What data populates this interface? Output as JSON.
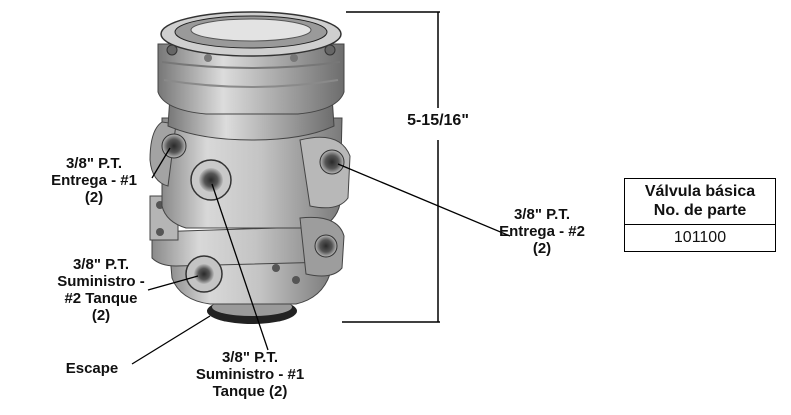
{
  "dimension": {
    "height_label": "5-15/16\""
  },
  "callouts": {
    "delivery_1": {
      "lines": [
        "3/8\" P.T.",
        "Entrega - #1",
        "(2)"
      ]
    },
    "supply_2": {
      "lines": [
        "3/8\" P.T.",
        "Suministro -",
        "#2 Tanque",
        "(2)"
      ]
    },
    "delivery_2": {
      "lines": [
        "3/8\" P.T.",
        "Entrega - #2",
        "(2)"
      ]
    },
    "exhaust": {
      "lines": [
        "Escape"
      ]
    },
    "supply_1": {
      "lines": [
        "3/8\" P.T.",
        "Suministro - #1",
        "Tanque (2)"
      ]
    }
  },
  "part_table": {
    "header_line1": "Válvula básica",
    "header_line2": "No. de parte",
    "part_number": "101100"
  }
}
